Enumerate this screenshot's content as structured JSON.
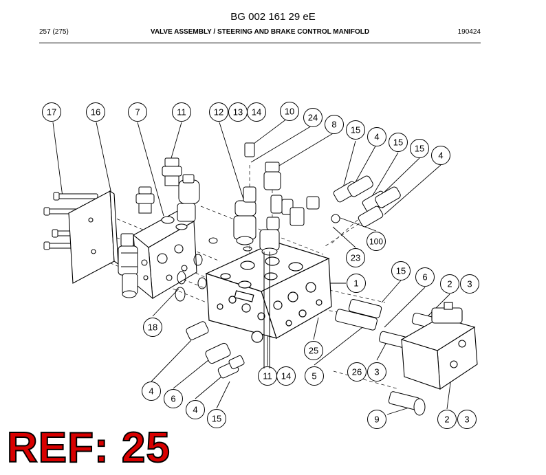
{
  "header": {
    "doc_number": "BG 002 161 29 eE",
    "page": "257 (275)",
    "section_title": "VALVE ASSEMBLY / STEERING AND BRAKE CONTROL MANIFOLD",
    "date": "190424"
  },
  "callouts": [
    {
      "label": "17"
    },
    {
      "label": "16"
    },
    {
      "label": "7"
    },
    {
      "label": "11"
    },
    {
      "label": "12"
    },
    {
      "label": "13"
    },
    {
      "label": "14"
    },
    {
      "label": "10"
    },
    {
      "label": "24"
    },
    {
      "label": "8"
    },
    {
      "label": "15"
    },
    {
      "label": "4"
    },
    {
      "label": "15"
    },
    {
      "label": "15"
    },
    {
      "label": "4"
    },
    {
      "label": "100"
    },
    {
      "label": "23"
    },
    {
      "label": "1"
    },
    {
      "label": "15"
    },
    {
      "label": "6"
    },
    {
      "label": "2"
    },
    {
      "label": "3"
    },
    {
      "label": "18"
    },
    {
      "label": "25"
    },
    {
      "label": "11"
    },
    {
      "label": "14"
    },
    {
      "label": "5"
    },
    {
      "label": "26"
    },
    {
      "label": "3"
    },
    {
      "label": "4"
    },
    {
      "label": "6"
    },
    {
      "label": "4"
    },
    {
      "label": "15"
    },
    {
      "label": "9"
    },
    {
      "label": "2"
    },
    {
      "label": "3"
    }
  ],
  "ref_label": "REF: 25"
}
